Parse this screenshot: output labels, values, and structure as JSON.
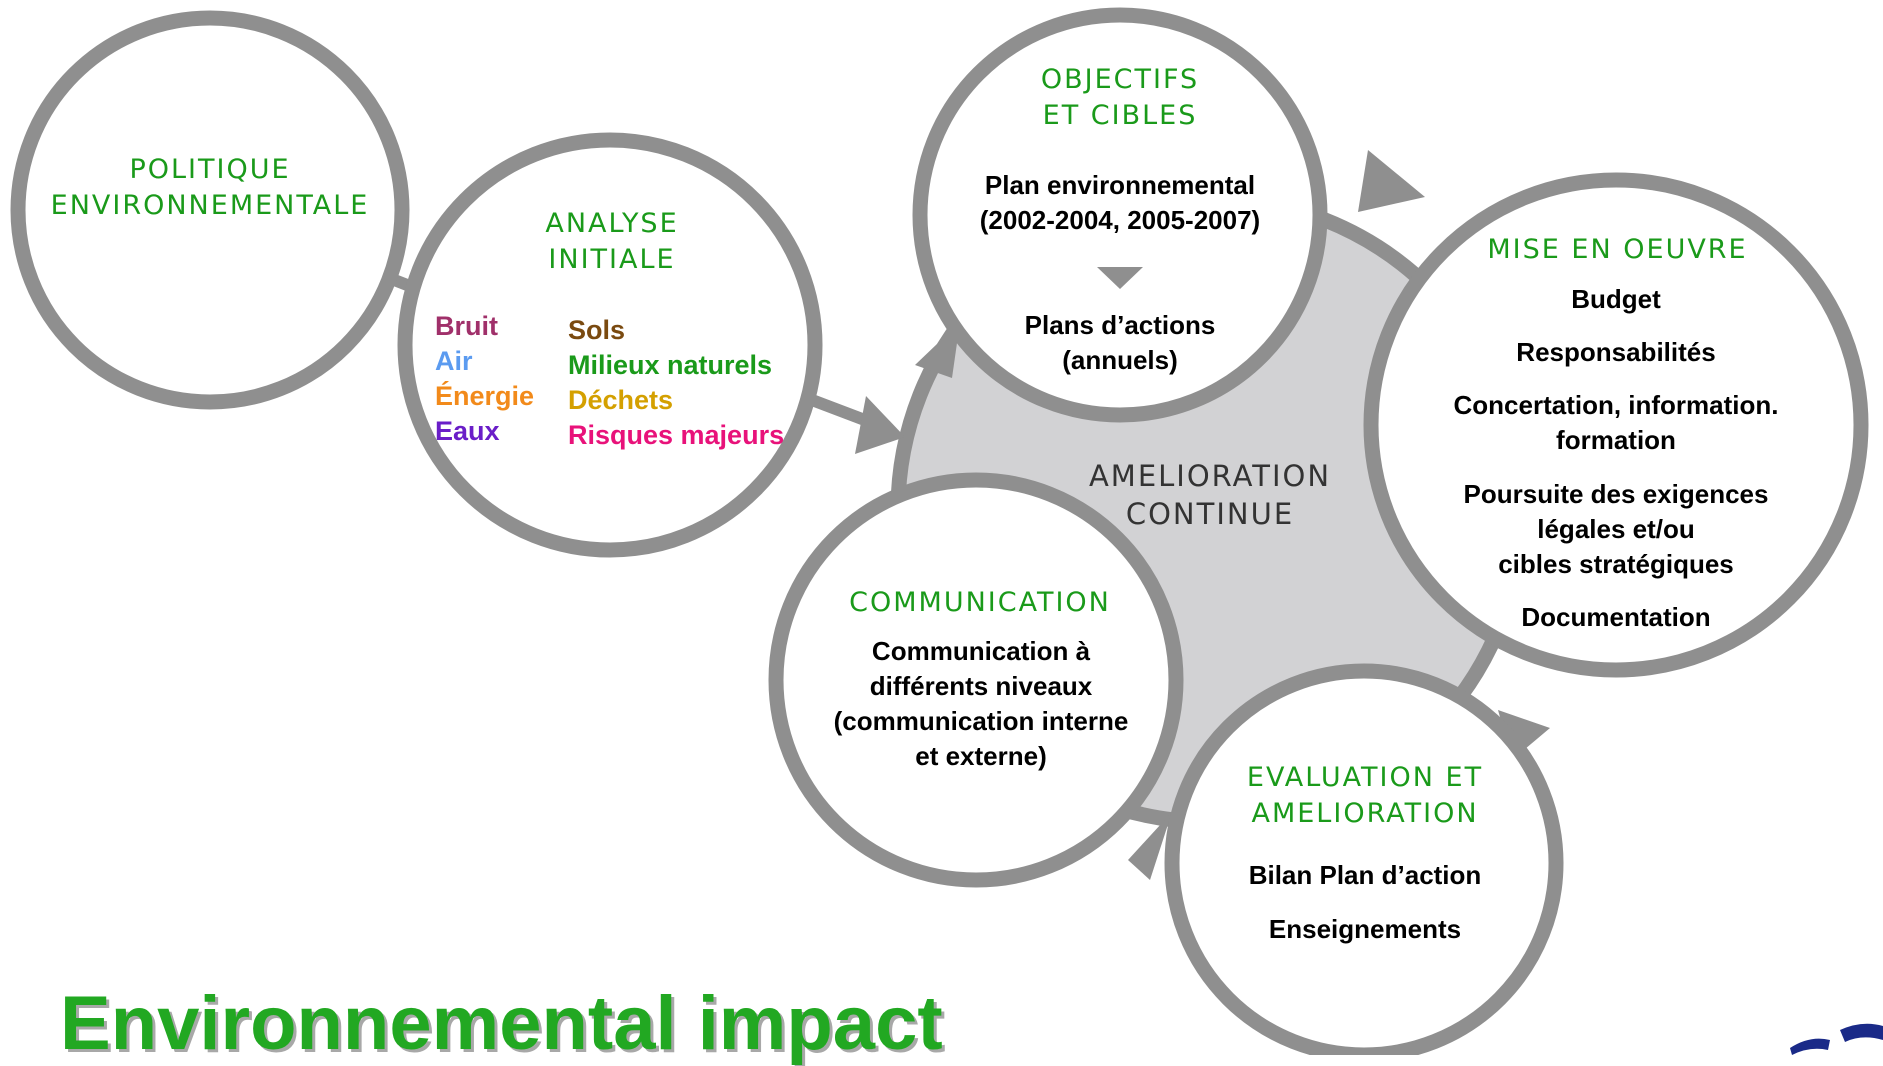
{
  "page_title": "Environnemental impact",
  "center": {
    "line1": "AMELIORATION",
    "line2": "CONTINUE"
  },
  "politique": {
    "line1": "POLITIQUE",
    "line2": "ENVIRONNEMENTALE"
  },
  "analyse": {
    "line1": "ANALYSE",
    "line2": "INITIALE",
    "left_items": [
      {
        "label": "Bruit",
        "color": "#a0306a"
      },
      {
        "label": "Air",
        "color": "#5b9bf0"
      },
      {
        "label": "Énergie",
        "color": "#f28a1a"
      },
      {
        "label": "Eaux",
        "color": "#6a1ec8"
      }
    ],
    "right_items": [
      {
        "label": "Sols",
        "color": "#7a4a10"
      },
      {
        "label": "Milieux naturels",
        "color": "#1a9a1a"
      },
      {
        "label": "Déchets",
        "color": "#d4a000"
      },
      {
        "label": "Risques majeurs",
        "color": "#e8127a"
      }
    ]
  },
  "objectifs": {
    "line1": "OBJECTIFS",
    "line2": "ET CIBLES",
    "plan1": "Plan environnemental",
    "plan2": "(2002-2004, 2005-2007)",
    "actions1": "Plans d’actions",
    "actions2": "(annuels)"
  },
  "mise": {
    "title": "MISE EN OEUVRE",
    "budget": "Budget",
    "resp": "Responsabilités",
    "concert1": "Concertation, information.",
    "concert2": "formation",
    "pours1": "Poursuite des exigences",
    "pours2": "légales et/ou",
    "pours3": "cibles stratégiques",
    "doc": "Documentation"
  },
  "communication": {
    "title": "COMMUNICATION",
    "l1": "Communication à",
    "l2": "différents niveaux",
    "l3": "(communication interne",
    "l4": "et externe)"
  },
  "evaluation": {
    "line1": "EVALUATION ET",
    "line2": "AMELIORATION",
    "bilan": "Bilan Plan d’action",
    "ens": "Enseignements"
  },
  "colors": {
    "ring": "#8f8f8f",
    "center_fill": "#d2d2d4",
    "heading_green": "#1a9a1a",
    "arrow": "#8f8f8f"
  }
}
